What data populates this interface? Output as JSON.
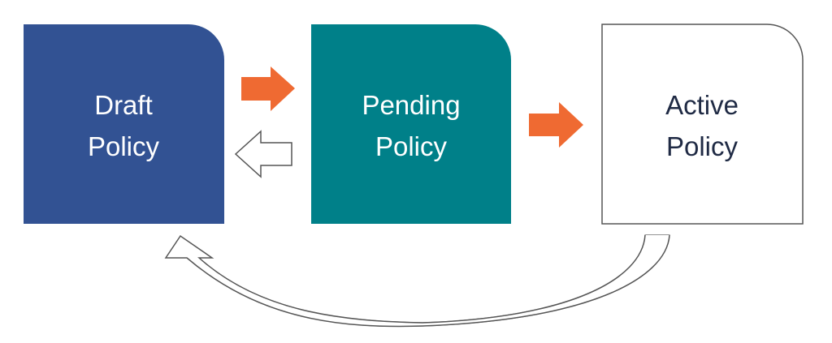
{
  "diagram": {
    "states": [
      {
        "id": "draft",
        "line1": "Draft",
        "line2": "Policy",
        "fill": "#325293",
        "text_color": "#ffffff"
      },
      {
        "id": "pending",
        "line1": "Pending",
        "line2": "Policy",
        "fill": "#008089",
        "text_color": "#ffffff"
      },
      {
        "id": "active",
        "line1": "Active",
        "line2": "Policy",
        "fill": "#ffffff",
        "text_color": "#1f2a44",
        "border": "#555555"
      }
    ],
    "transitions": [
      {
        "from": "draft",
        "to": "pending",
        "style": "solid",
        "color": "#ef6a32"
      },
      {
        "from": "pending",
        "to": "draft",
        "style": "outline",
        "color": "#555555"
      },
      {
        "from": "pending",
        "to": "active",
        "style": "solid",
        "color": "#ef6a32"
      },
      {
        "from": "active",
        "to": "draft",
        "style": "curved-outline",
        "color": "#555555",
        "shade": "#c8c8c8"
      }
    ]
  }
}
